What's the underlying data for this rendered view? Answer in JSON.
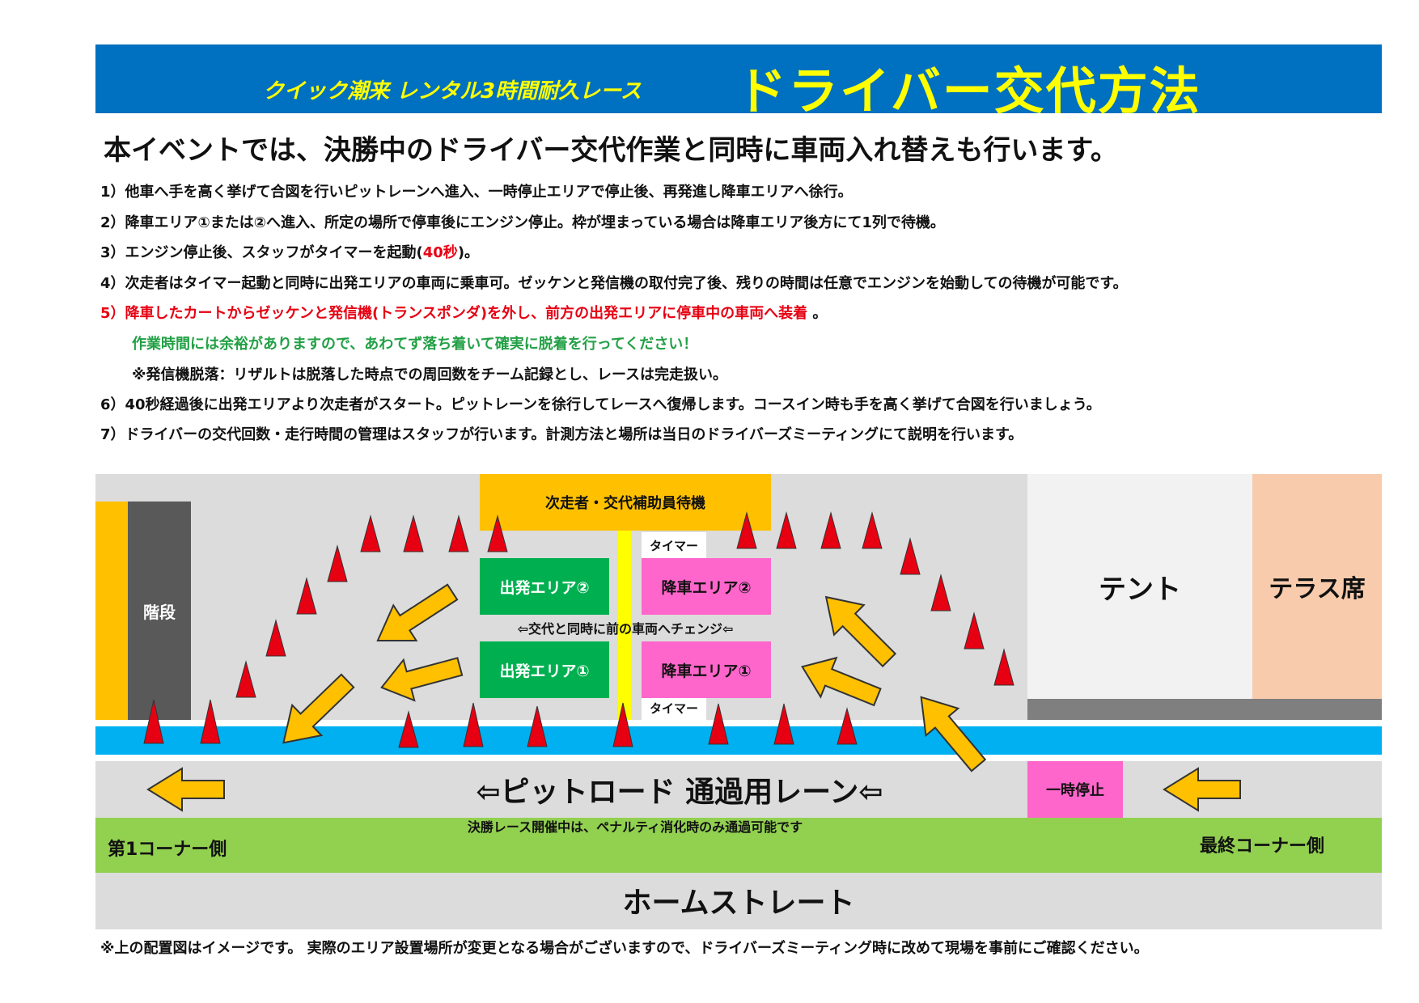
{
  "header": {
    "subtitle": "クイック潮来 レンタル3時間耐久レース",
    "title": "ドライバー交代方法"
  },
  "lead": "本イベントでは、決勝中のドライバー交代作業と同時に車両入れ替えも行います。",
  "rules": {
    "r1": "1）他車へ手を高く挙げて合図を行いピットレーンへ進入、一時停止エリアで停止後、再発進し降車エリアへ徐行。",
    "r2": "2）降車エリア①または②へ進入、所定の場所で停車後にエンジン停止。枠が埋まっている場合は降車エリア後方にて1列で待機。",
    "r3_pre": "3）エンジン停止後、スタッフがタイマーを起動(",
    "r3_red": "40秒",
    "r3_post": ")。",
    "r4": "4）次走者はタイマー起動と同時に出発エリアの車両に乗車可。ゼッケンと発信機の取付完了後、残りの時間は任意でエンジンを始動しての待機が可能です。",
    "r5_num": "5）",
    "r5_red": "降車したカートからゼッケンと発信機(トランスポンダ)を外し、前方の出発エリアに停車中の車両へ装着",
    "r5_post": " 。",
    "r5_green": "作業時間には余裕がありますので、あわてず落ち着いて確実に脱着を行ってください！",
    "r5_note": "※発信機脱落：リザルトは脱落した時点での周回数をチーム記録とし、レースは完走扱い。",
    "r6": "6）40秒経過後に出発エリアより次走者がスタート。ピットレーンを徐行してレースへ復帰します。コースイン時も手を高く挙げて合図を行いましょう。",
    "r7": "7）ドライバーの交代回数・走行時間の管理はスタッフが行います。計測方法と場所は当日のドライバーズミーティングにて説明を行います。"
  },
  "map": {
    "stairs": "階段",
    "standby": "次走者・交代補助員待機",
    "timer_top": "タイマー",
    "timer_bottom": "タイマー",
    "depart2": "出発エリア②",
    "depart1": "出発エリア①",
    "dropoff2": "降車エリア②",
    "dropoff1": "降車エリア①",
    "change_note": "⇦交代と同時に前の車両へチェンジ⇦",
    "tent": "テント",
    "terrace": "テラス席",
    "pit_lane": "⇦ピットロード 通過用レーン⇦",
    "stop": "一時停止",
    "pit_note": "決勝レース開催中は、ペナルティ消化時のみ通過可能です",
    "corner1": "第1コーナー側",
    "corner_final": "最終コーナー側",
    "home_straight": "ホームストレート"
  },
  "footer_note": "※上の配置図はイメージです。 実際のエリア設置場所が変更となる場合がございますので、ドライバーズミーティング時に改めて現場を事前にご確認ください。",
  "colors": {
    "banner": "#0070c0",
    "title_yellow": "#ffff00",
    "pit_gray": "#dcdcdc",
    "orange": "#ffc000",
    "stairs": "#595959",
    "depart_green": "#00b050",
    "dropoff_pink": "#ff66cc",
    "blue_lane": "#00b0f0",
    "grass": "#92d050",
    "terrace": "#f8cbad",
    "cone_red": "#e60012",
    "divider_yellow": "#ffff00"
  },
  "icons": {
    "cone": "cone-icon",
    "arrow": "arrow-icon"
  }
}
